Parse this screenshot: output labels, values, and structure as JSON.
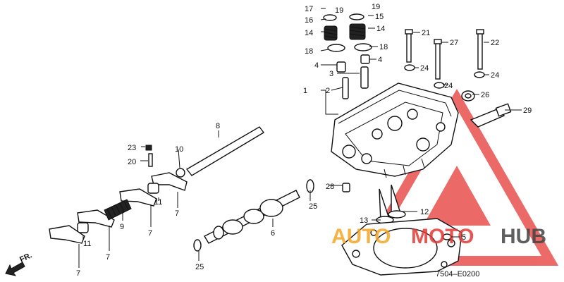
{
  "diagram": {
    "catalog_code": "7504–E0200",
    "direction_label": "FR.",
    "part_numbers": {
      "n1": "1",
      "n2": "2",
      "n3": "3",
      "n4a": "4",
      "n4b": "4",
      "n5": "5",
      "n6": "6",
      "n7a": "7",
      "n7b": "7",
      "n7c": "7",
      "n7d": "7",
      "n8": "8",
      "n9": "9",
      "n10": "10",
      "n11a": "11",
      "n11b": "11",
      "n12": "12",
      "n13": "13",
      "n14a": "14",
      "n14b": "14",
      "n15": "15",
      "n16": "16",
      "n17": "17",
      "n18a": "18",
      "n18b": "18",
      "n19a": "19",
      "n19b": "19",
      "n20": "20",
      "n21": "21",
      "n22": "22",
      "n23": "23",
      "n24a": "24",
      "n24b": "24",
      "n24c": "24",
      "n25a": "25",
      "n25b": "25",
      "n26": "26",
      "n27": "27",
      "n28": "28",
      "n29": "29"
    }
  },
  "watermark": {
    "brand_left": "AUTO",
    "brand_mid": "MOTO",
    "brand_right": "HUB",
    "color_primary": "#e53935",
    "color_secondary": "#f5a623",
    "color_dark": "#444444"
  }
}
